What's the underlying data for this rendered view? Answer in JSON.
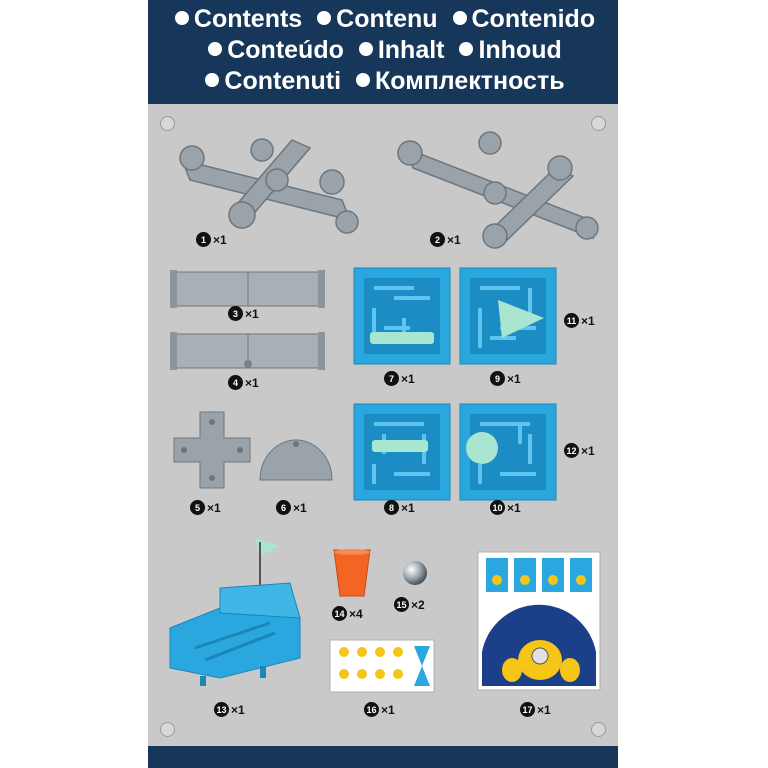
{
  "header": {
    "lines": [
      [
        "Contents",
        "Contenu",
        "Contenido"
      ],
      [
        "Conteúdo",
        "Inhalt",
        "Inhoud"
      ],
      [
        "Contenuti",
        "Комплектность"
      ]
    ]
  },
  "colors": {
    "header_bg": "#17375a",
    "sheet_bg": "#c9c9c9",
    "part_gray": "#9aa2aa",
    "part_blue": "#2aa7df",
    "part_mint": "#a8e6cf",
    "part_orange": "#f26522"
  },
  "parts": [
    {
      "num": "1",
      "qty": "×1"
    },
    {
      "num": "2",
      "qty": "×1"
    },
    {
      "num": "3",
      "qty": "×1"
    },
    {
      "num": "4",
      "qty": "×1"
    },
    {
      "num": "5",
      "qty": "×1"
    },
    {
      "num": "6",
      "qty": "×1"
    },
    {
      "num": "7",
      "qty": "×1"
    },
    {
      "num": "8",
      "qty": "×1"
    },
    {
      "num": "9",
      "qty": "×1"
    },
    {
      "num": "10",
      "qty": "×1"
    },
    {
      "num": "11",
      "qty": "×1"
    },
    {
      "num": "12",
      "qty": "×1"
    },
    {
      "num": "13",
      "qty": "×1"
    },
    {
      "num": "14",
      "qty": "×4"
    },
    {
      "num": "15",
      "qty": "×2"
    },
    {
      "num": "16",
      "qty": "×1"
    },
    {
      "num": "17",
      "qty": "×1"
    }
  ]
}
